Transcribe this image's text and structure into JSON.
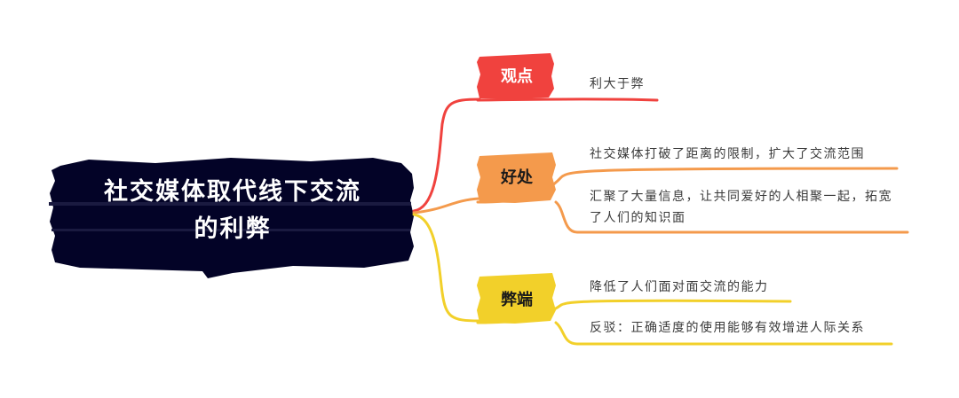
{
  "central": {
    "title_line1": "社交媒体取代线下交流",
    "title_line2": "的利弊",
    "color": "#030327"
  },
  "branches": [
    {
      "label": "观点",
      "color": "#f0423e",
      "label_text_color": "#ffffff",
      "leaves": [
        "利大于弊"
      ]
    },
    {
      "label": "好处",
      "color": "#f49a4c",
      "label_text_color": "#1a1a1a",
      "leaves": [
        "社交媒体打破了距离的限制，扩大了交流范围",
        "汇聚了大量信息，让共同爱好的人相聚一起，拓宽了人们的知识面"
      ]
    },
    {
      "label": "弊端",
      "color": "#f2d02a",
      "label_text_color": "#1a1a1a",
      "leaves": [
        "降低了人们面对面交流的能力",
        "反驳：正确适度的使用能够有效增进人际关系"
      ]
    }
  ]
}
